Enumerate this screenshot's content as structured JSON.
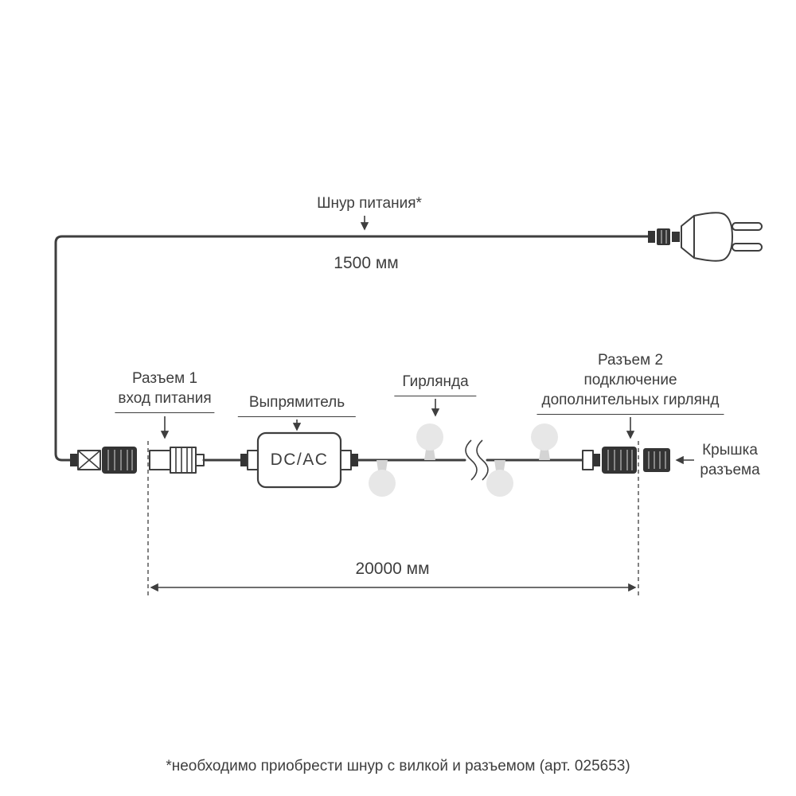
{
  "diagram": {
    "power_cord": {
      "label": "Шнур питания*",
      "length": "1500 мм"
    },
    "connector1": {
      "line1": "Разъем 1",
      "line2": "вход питания"
    },
    "rectifier": {
      "label": "Выпрямитель",
      "box_text": "DC/AC"
    },
    "garland": {
      "label": "Гирлянда",
      "length": "20000 мм"
    },
    "connector2": {
      "line1": "Разъем 2",
      "line2": "подключение",
      "line3": "дополнительных гирлянд"
    },
    "cap": {
      "line1": "Крышка",
      "line2": "разъема"
    },
    "footnote": "*необходимо приобрести шнур с вилкой и разъемом (арт. 025653)",
    "colors": {
      "line": "#3e3e3e",
      "dark": "#343434",
      "bulb": "#e7e7e7",
      "bulb_base": "#d4d4d4",
      "background": "#ffffff"
    }
  }
}
